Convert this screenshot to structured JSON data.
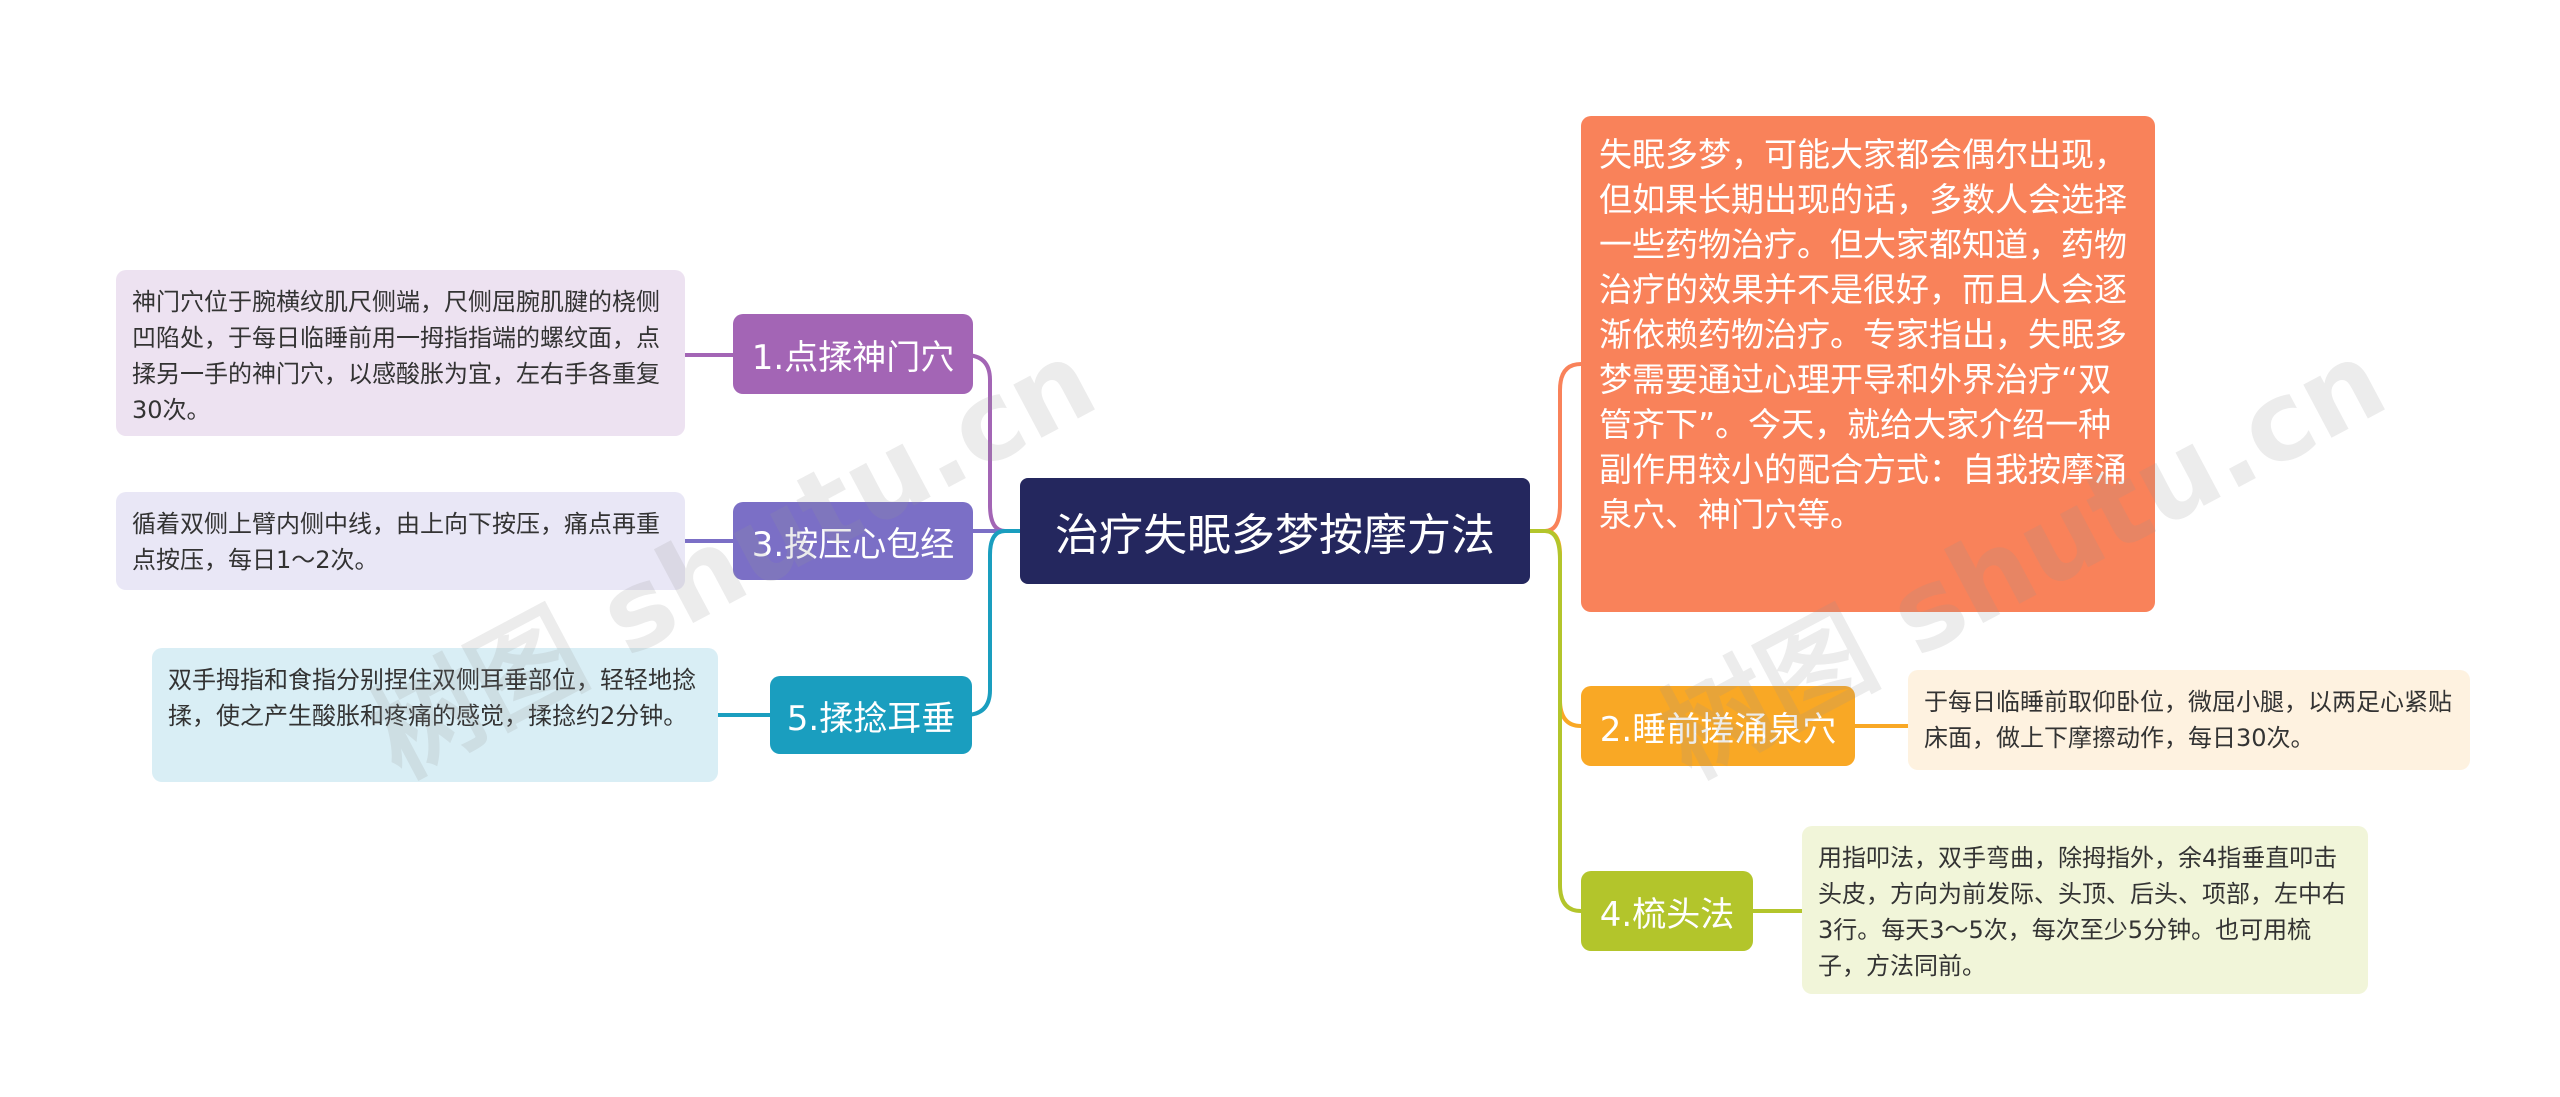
{
  "title": "治疗失眠多梦按摩方法",
  "intro": "失眠多梦，可能大家都会偶尔出现，但如果长期出现的话，多数人会选择一些药物治疗。但大家都知道，药物治疗的效果并不是很好，而且人会逐渐依赖药物治疗。专家指出，失眠多梦需要通过心理开导和外界治疗“双管齐下”。今天，就给大家介绍一种副作用较小的配合方式：自我按摩涌泉穴、神门穴等。",
  "branches": {
    "b1": {
      "label": "1.点揉神门穴",
      "note": "神门穴位于腕横纹肌尺侧端，尺侧屈腕肌腱的桡侧凹陷处，于每日临睡前用一拇指指端的螺纹面，点揉另一手的神门穴，以感酸胀为宜，左右手各重复30次。",
      "color": "#a365b5",
      "note_bg": "#ede2f1"
    },
    "b2": {
      "label": "2.睡前搓涌泉穴",
      "note": "于每日临睡前取仰卧位，微屈小腿，以两足心紧贴床面，做上下摩擦动作，每日30次。",
      "color": "#f9a825",
      "note_bg": "#fef2e0"
    },
    "b3": {
      "label": "3.按压心包经",
      "note": "循着双侧上臂内侧中线，由上向下按压，痛点再重点按压，每日1～2次。",
      "color": "#7b6fc6",
      "note_bg": "#e9e7f6"
    },
    "b4": {
      "label": "4.梳头法",
      "note": "用指叩法，双手弯曲，除拇指外，余4指垂直叩击头皮，方向为前发际、头顶、后头、项部，左中右3行。每天3～5次，每次至少5分钟。也可用梳子，方法同前。",
      "color": "#b3c52b",
      "note_bg": "#f1f5d9"
    },
    "b5": {
      "label": "5.揉捻耳垂",
      "note": "双手拇指和食指分别捏住双侧耳垂部位，轻轻地捻揉，使之产生酸胀和疼痛的感觉，揉捻约2分钟。",
      "color": "#1a9ebf",
      "note_bg": "#d9eef5"
    }
  },
  "colors": {
    "center": "#24275e",
    "intro": "#f9825a"
  },
  "watermark": "树图 shutu.cn"
}
